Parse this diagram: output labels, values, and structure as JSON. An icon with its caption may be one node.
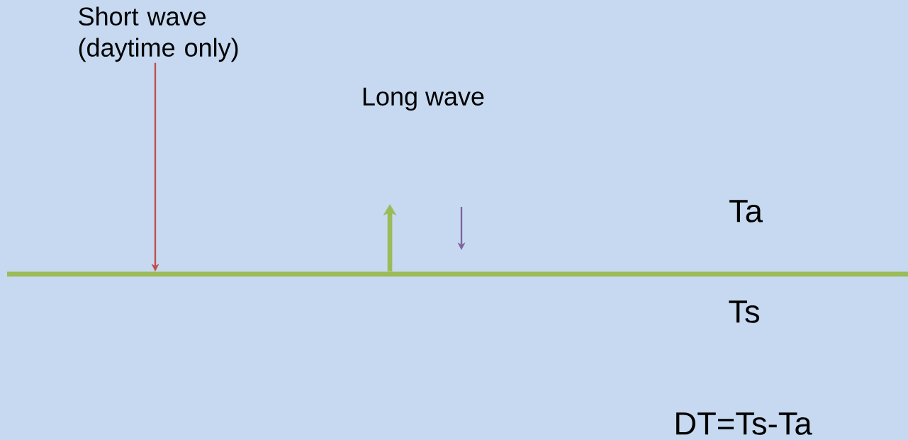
{
  "diagram": {
    "nodes": [
      {
        "text": [
          "Short wave (daytime only)"
        ]
      },
      {
        "text": [],
        "shape": "bar"
      }
    ],
    "edges": [
      {
        "from": 0,
        "to": 1,
        "arrow": "to",
        "color": "#c0504d"
      },
      {
        "from": 1,
        "to": null,
        "arrow": "to",
        "style": "thick",
        "color": "#9bbb59"
      }
    ],
    "labels": [
      "Long wave",
      "Ta",
      "Ts",
      "DT=Ts-Ta"
    ]
  }
}
